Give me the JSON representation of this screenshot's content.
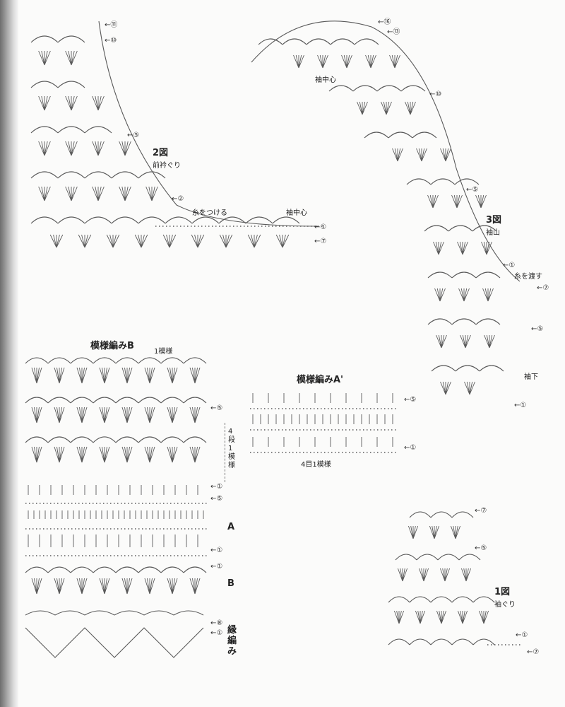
{
  "fig2": {
    "title": "2図",
    "subtitle": "前衿ぐり",
    "join": "糸をつける",
    "center": "袖中心",
    "marks": [
      "⑪",
      "⑩",
      "⑤",
      "②",
      "①",
      "⑦"
    ]
  },
  "fig3": {
    "title": "3図",
    "subtitle": "袖山",
    "center": "袖中心",
    "cross": "糸を渡す",
    "underarm": "袖下",
    "marks": [
      "⑯",
      "⑬",
      "⑩",
      "⑤",
      "①",
      "⑦",
      "⑤",
      "①"
    ]
  },
  "patB": {
    "title": "模様編みB",
    "repeat": "1模様",
    "rows4": "4段1模様",
    "groupA": "A",
    "groupB": "B",
    "edging": "縁編み",
    "marks": [
      "⑤",
      "①",
      "⑤",
      "①",
      "①",
      "⑧",
      "①"
    ]
  },
  "patA2": {
    "title": "模様編みA'",
    "repeat": "4目1模様",
    "marks": [
      "⑤",
      "①"
    ]
  },
  "fig1": {
    "title": "1図",
    "subtitle": "袖ぐり",
    "marks": [
      "⑦",
      "⑤",
      "①",
      "⑦"
    ]
  }
}
